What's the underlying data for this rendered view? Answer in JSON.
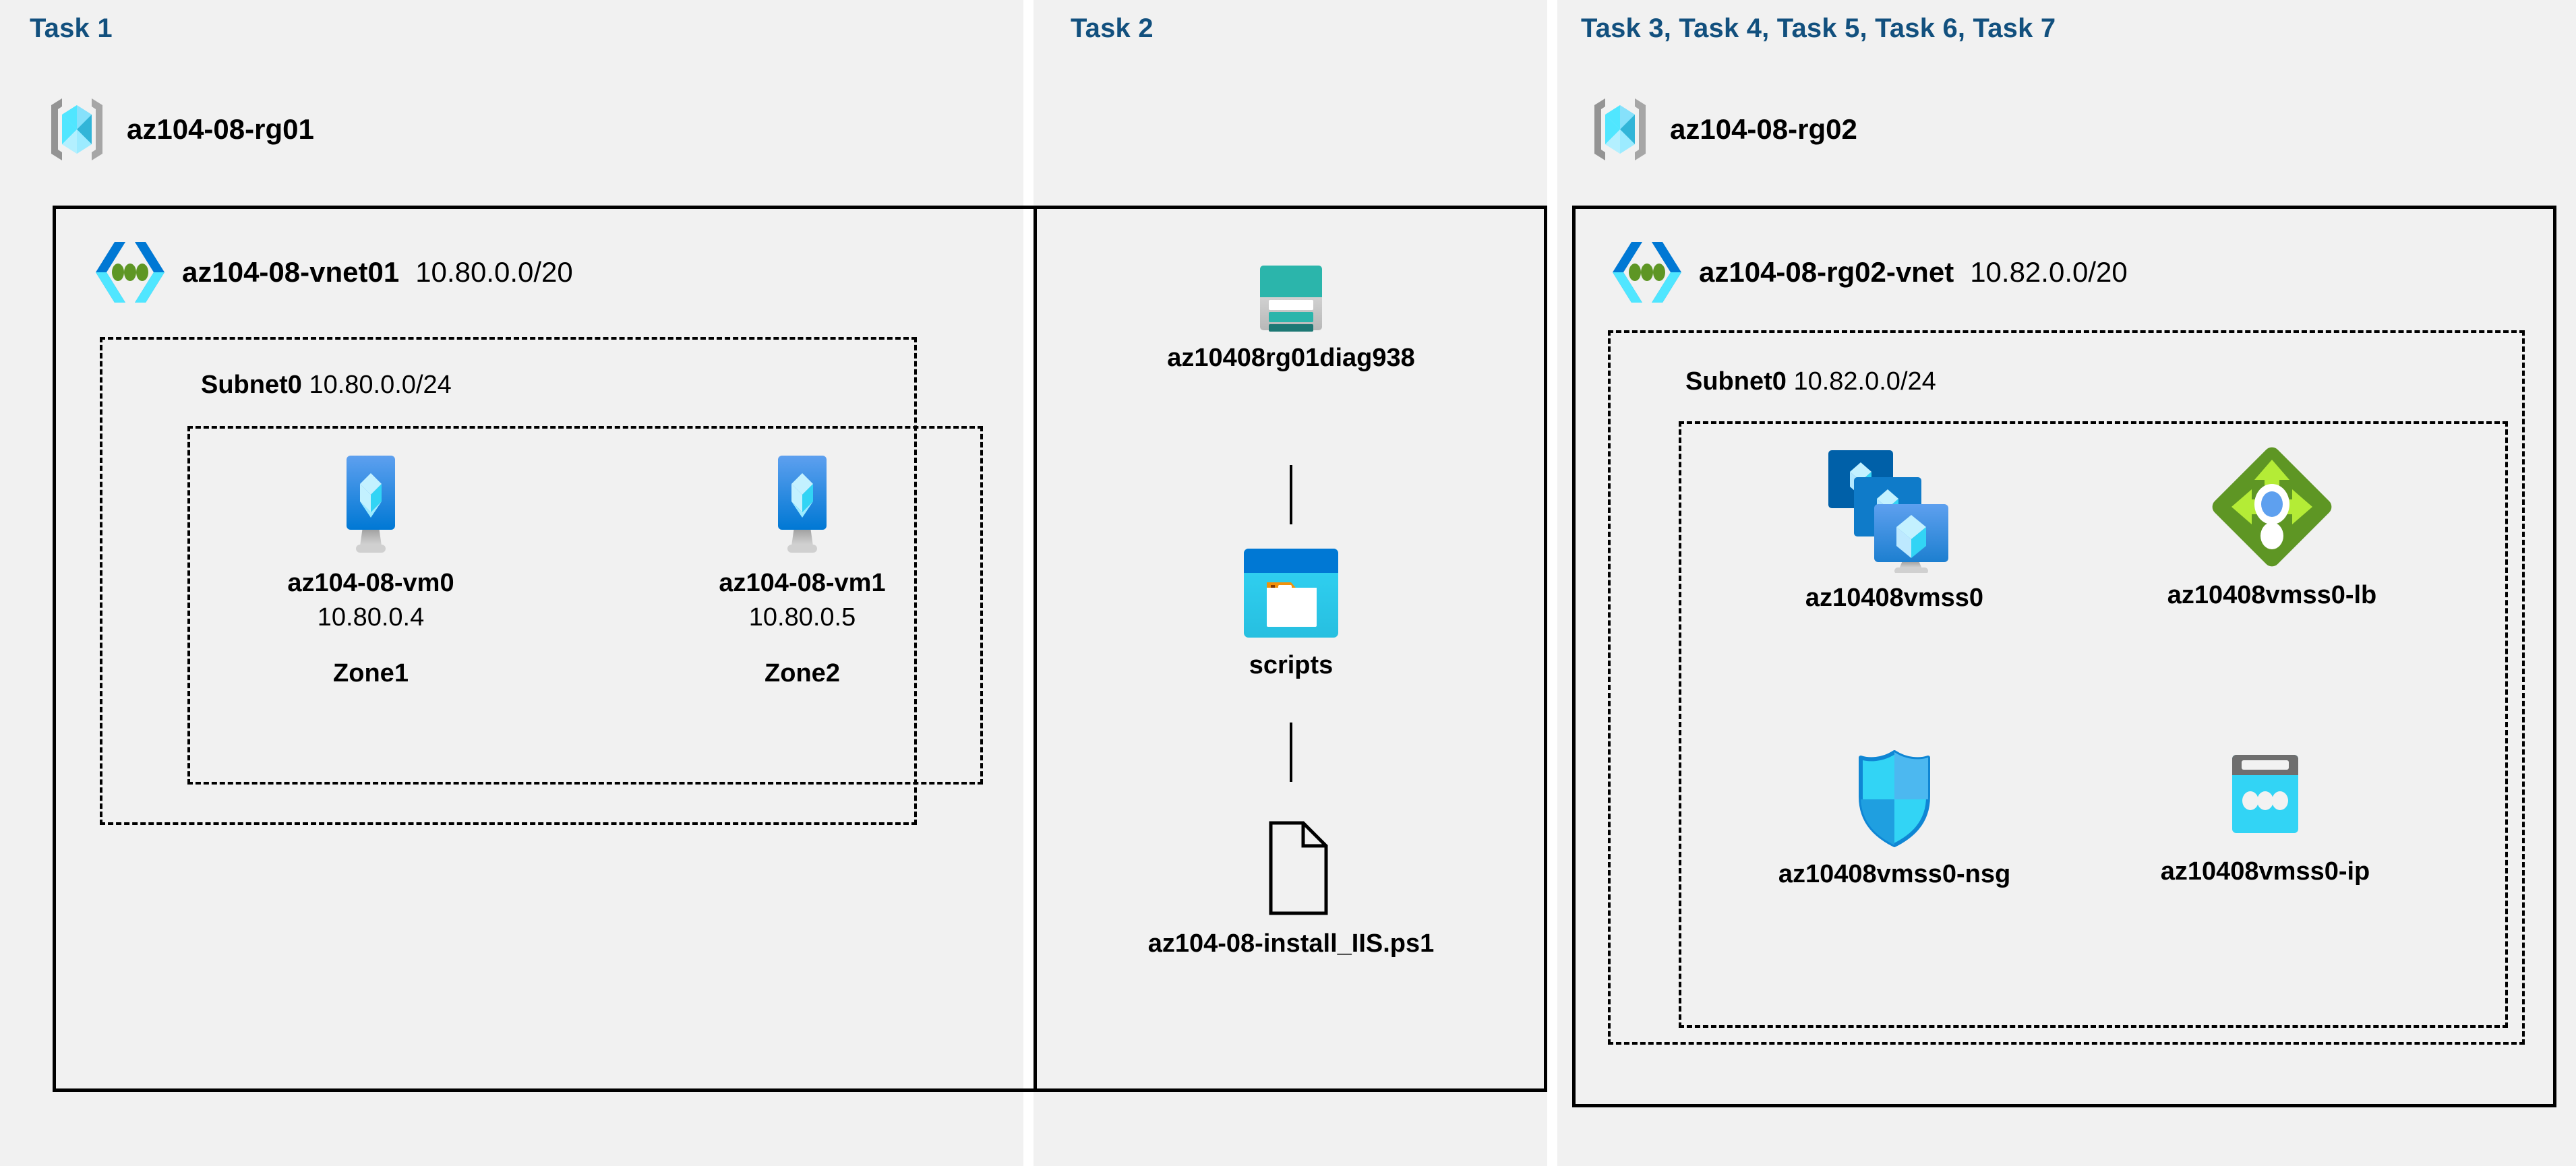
{
  "diagram": {
    "background": "#ffffff",
    "panel_bg": "#f1f1f1",
    "title_color": "#12507e",
    "line_color": "#000000"
  },
  "panels": [
    {
      "id": "task1",
      "title": "Task 1",
      "resource_group": {
        "name": "az104-08-rg01",
        "icon": "resource-group-icon"
      },
      "vnet": {
        "name": "az104-08-vnet01",
        "cidr": "10.80.0.0/20",
        "icon": "virtual-network-icon"
      },
      "subnet": {
        "name": "Subnet0",
        "cidr": "10.80.0.0/24"
      },
      "vms": [
        {
          "name": "az104-08-vm0",
          "ip": "10.80.0.4",
          "zone": "Zone1",
          "icon": "virtual-machine-icon"
        },
        {
          "name": "az104-08-vm1",
          "ip": "10.80.0.5",
          "zone": "Zone2",
          "icon": "virtual-machine-icon"
        }
      ]
    },
    {
      "id": "task2",
      "title": "Task 2",
      "items": [
        {
          "name": "az10408rg01diag938",
          "icon": "storage-account-icon"
        },
        {
          "name": "scripts",
          "icon": "blob-container-icon"
        },
        {
          "name": "az104-08-install_IIS.ps1",
          "icon": "file-document-icon"
        }
      ]
    },
    {
      "id": "task3to7",
      "title": "Task 3, Task 4, Task 5, Task 6, Task 7",
      "resource_group": {
        "name": "az104-08-rg02",
        "icon": "resource-group-icon"
      },
      "vnet": {
        "name": "az104-08-rg02-vnet",
        "cidr": "10.82.0.0/20",
        "icon": "virtual-network-icon"
      },
      "subnet": {
        "name": "Subnet0",
        "cidr": "10.82.0.0/24"
      },
      "resources": [
        {
          "name": "az10408vmss0",
          "icon": "vm-scale-set-icon"
        },
        {
          "name": "az10408vmss0-lb",
          "icon": "load-balancer-icon"
        },
        {
          "name": "az10408vmss0-nsg",
          "icon": "network-security-group-icon"
        },
        {
          "name": "az10408vmss0-ip",
          "icon": "public-ip-address-icon"
        }
      ]
    }
  ],
  "colors": {
    "azure_blue": "#0078d4",
    "azure_cyan": "#50e6ff",
    "rg_gray": "#949494",
    "vnet_dark_blue": "#0078d4",
    "vnet_light_blue": "#50e6ff",
    "vnet_green_dot": "#5e9624",
    "storage_teal": "#2bb5ab",
    "storage_dark_teal": "#1d7874",
    "lb_green": "#5e9624",
    "lb_light_green": "#b4ec36",
    "nsg_cyan": "#32d4f5",
    "nsg_blue": "#1f9fe0",
    "pip_gray": "#6e6e6e",
    "pip_cyan": "#32d4f5"
  }
}
